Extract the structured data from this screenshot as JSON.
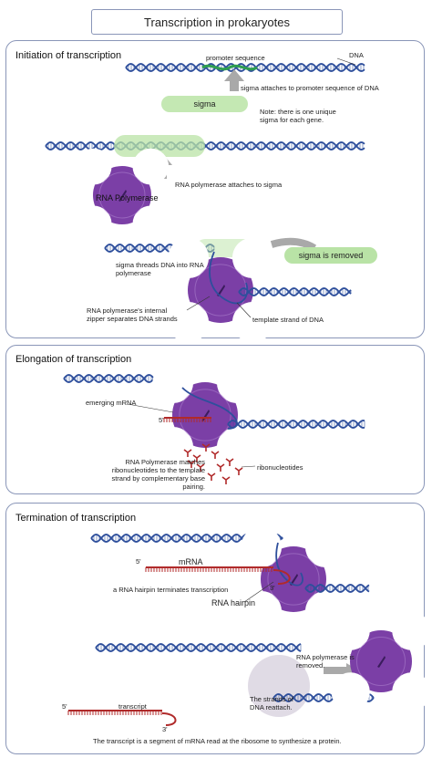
{
  "title": "Transcription in prokaryotes",
  "sections": {
    "initiation": {
      "title": "Initiation of transcription",
      "promoter_label": "promoter sequence",
      "dna_label": "DNA",
      "sigma_pill": "sigma",
      "sigma_attaches": "sigma attaches to promoter sequence of DNA",
      "note": "Note: there is one unique sigma for each gene.",
      "rna_polymerase": "RNA Polymerase",
      "polymerase_attaches": "RNA polymerase attaches to sigma",
      "sigma_threads": "sigma threads DNA into RNA polymerase",
      "sigma_removed": "sigma is removed",
      "zipper": "RNA polymerase's internal zipper separates DNA strands",
      "template_strand": "template strand of DNA"
    },
    "elongation": {
      "title": "Elongation of transcription",
      "emerging_mrna": "emerging mRNA",
      "five_prime": "5'",
      "matches": "RNA Polymerase matches ribonucleotides to the template strand by complementary base pairing.",
      "ribonucleotides": "ribonucleotides"
    },
    "termination": {
      "title": "Termination of transcription",
      "five_prime": "5'",
      "three_prime": "3'",
      "mrna": "mRNA",
      "hairpin_terminates": "a RNA hairpin terminates transcription",
      "rna_hairpin": "RNA hairpin",
      "polymerase_removed": "RNA polymerase is removed.",
      "strands_reattach": "The strands of DNA reattach.",
      "transcript": "transcript",
      "five_prime_b": "5'",
      "three_prime_b": "3'",
      "caption": "The transcript is a segment of mRNA read at the ribosome to synthesize a protein."
    }
  },
  "colors": {
    "dna": "#2e4f9c",
    "dna_light": "#6aa0d8",
    "promoter": "#2e9e4f",
    "sigma": "#b9e3a6",
    "polymerase": "#7b3fa6",
    "polymerase_light": "#b48ad3",
    "mrna": "#b02a2a",
    "removed_polymerase": "#d8d2df",
    "arrow": "#a9a9a9",
    "border": "#8a96b8"
  }
}
